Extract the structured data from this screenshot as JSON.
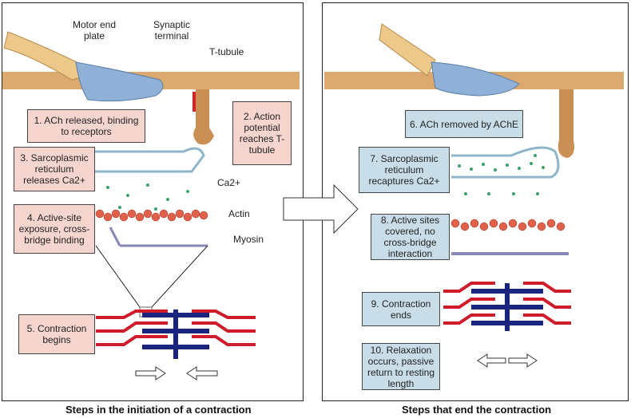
{
  "left_panel": {
    "caption": "Steps in the initiation of a contraction",
    "labels": {
      "motor_end_plate": "Motor end plate",
      "synaptic_terminal": "Synaptic terminal",
      "t_tubule": "T-tubule",
      "ca": "Ca2+",
      "actin": "Actin",
      "myosin": "Myosin"
    },
    "steps": [
      {
        "num": "1",
        "text": "1. ACh released, binding to receptors"
      },
      {
        "num": "2",
        "text": "2. Action potential reaches T-tubule"
      },
      {
        "num": "3",
        "text": "3. Sarcoplasmic reticulum releases Ca2+"
      },
      {
        "num": "4",
        "text": "4. Active-site exposure, cross-bridge binding"
      },
      {
        "num": "5",
        "text": "5. Contraction begins"
      }
    ]
  },
  "right_panel": {
    "caption": "Steps that end the contraction",
    "steps": [
      {
        "num": "6",
        "text": "6. ACh removed by AChE"
      },
      {
        "num": "7",
        "text": "7. Sarcoplasmic reticulum recaptures Ca2+"
      },
      {
        "num": "8",
        "text": "8. Active sites covered, no cross-bridge interaction"
      },
      {
        "num": "9",
        "text": "9. Contraction ends"
      },
      {
        "num": "10",
        "text": "10. Relaxation occurs, passive return to resting length"
      }
    ]
  },
  "colors": {
    "pink_box": "#f6d5cf",
    "blue_box": "#c9dde9",
    "actin": "#e0604a",
    "myosin": "#1a237e",
    "thin_filament": "#d01c2a",
    "calcium": "#3aa26a",
    "membrane": "#d9a86a",
    "terminal": "#8fb1d8"
  }
}
